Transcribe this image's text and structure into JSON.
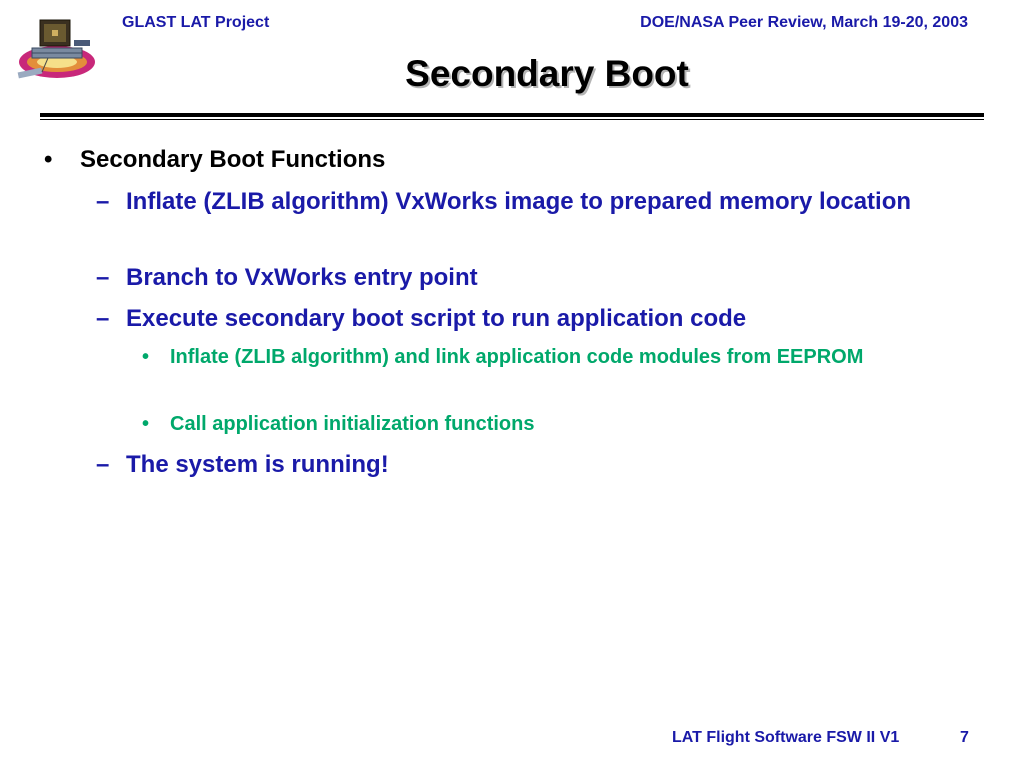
{
  "header": {
    "left": "GLAST LAT Project",
    "right": "DOE/NASA Peer Review, March 19-20, 2003",
    "logo_icon": "glast-satellite-logo-icon"
  },
  "slide": {
    "title": "Secondary Boot",
    "bullets": [
      {
        "mark": "•",
        "text": "Secondary Boot Functions",
        "sub": [
          {
            "mark": "–",
            "text": "Inflate (ZLIB algorithm) VxWorks image to prepared memory location"
          },
          {
            "mark": "–",
            "text": "Branch to VxWorks entry point"
          },
          {
            "mark": "–",
            "text": "Execute secondary boot script to run application code",
            "sub": [
              {
                "mark": "•",
                "text": "Inflate (ZLIB algorithm) and link application code modules from EEPROM"
              },
              {
                "mark": "•",
                "text": "Call application initialization functions"
              }
            ]
          },
          {
            "mark": "–",
            "text": "The system is running!"
          }
        ]
      }
    ]
  },
  "footer": {
    "left": "LAT Flight Software FSW II V1",
    "page": "7"
  },
  "colors": {
    "heading_blue": "#1a1aa8",
    "level2_blue": "#1a1aa8",
    "level3_green": "#00a86b",
    "title_shadow": "#b4b4b4"
  }
}
